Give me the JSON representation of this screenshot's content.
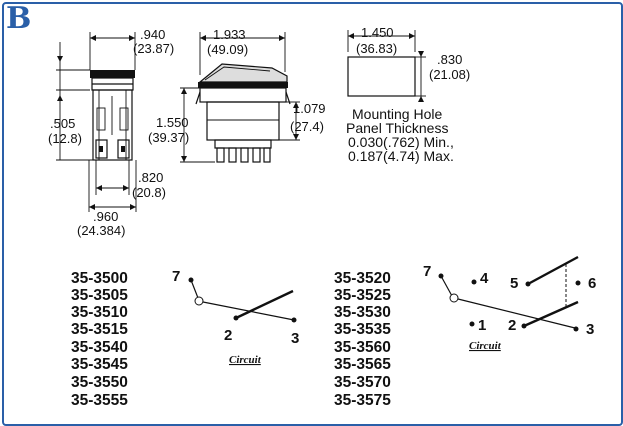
{
  "figure": {
    "label": "B",
    "accent_color": "#2a5fa8"
  },
  "side_view": {
    "top_width": ".940",
    "top_width_mm": "(23.87)",
    "height": ".505",
    "height_mm": "(12.8)",
    "inner_width": ".820",
    "inner_width_mm": "(20.8)",
    "outer_width": ".960",
    "outer_width_mm": "(24.384)"
  },
  "front_view": {
    "top_width": "1.933",
    "top_width_mm": "(49.09)",
    "body_height": "1.550",
    "body_height_mm": "(39.37)",
    "below_bezel": "1.079",
    "below_bezel_mm": "(27.4)"
  },
  "mounting_hole": {
    "width": "1.450",
    "width_mm": "(36.83)",
    "height": ".830",
    "height_mm": "(21.08)",
    "title": "Mounting Hole",
    "thickness_title": "Panel Thickness",
    "min": "0.030(.762) Min.,",
    "max": "0.187(4.74) Max."
  },
  "circuit_left": {
    "parts": [
      "35-3500",
      "35-3505",
      "35-3510",
      "35-3515",
      "35-3540",
      "35-3545",
      "35-3550",
      "35-3555"
    ],
    "terminals": {
      "lamp": "7",
      "common": "2",
      "load": "3"
    },
    "caption": "Circuit"
  },
  "circuit_right": {
    "parts": [
      "35-3520",
      "35-3525",
      "35-3530",
      "35-3535",
      "35-3560",
      "35-3565",
      "35-3570",
      "35-3575"
    ],
    "terminals": {
      "lamp": "7",
      "t4": "4",
      "t5": "5",
      "t6": "6",
      "t1": "1",
      "t2": "2",
      "t3": "3"
    },
    "caption": "Circuit"
  }
}
